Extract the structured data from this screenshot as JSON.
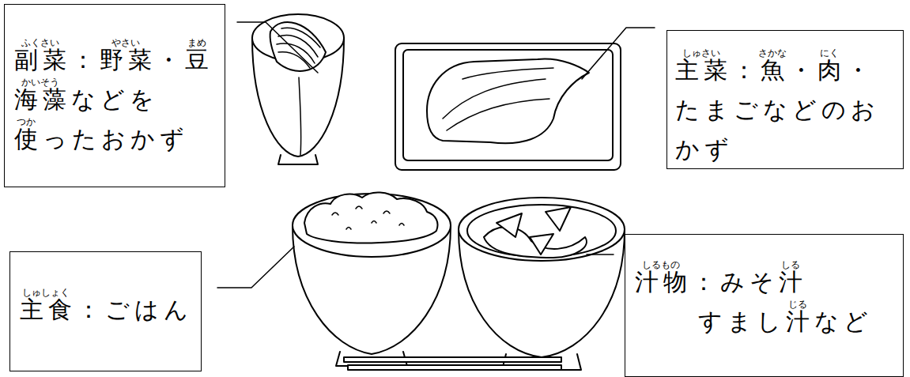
{
  "diagram": {
    "nodes": [
      {
        "text": [
          "副菜：野菜・豆 海藻などを 使ったおかず"
        ]
      },
      {
        "text": [
          "主菜：魚・肉・ たまごなどのお かず"
        ]
      },
      {
        "text": [
          "主食：ごはん"
        ]
      },
      {
        "text": [
          "汁物：みそ汁 すまし汁など"
        ]
      }
    ],
    "labels": [
      "ふくさい",
      "やさい",
      "まめ",
      "かいそう",
      "つか",
      "しゅさい",
      "さかな",
      "にく",
      "しゅしょく",
      "しるもの",
      "しる",
      "じる"
    ]
  }
}
